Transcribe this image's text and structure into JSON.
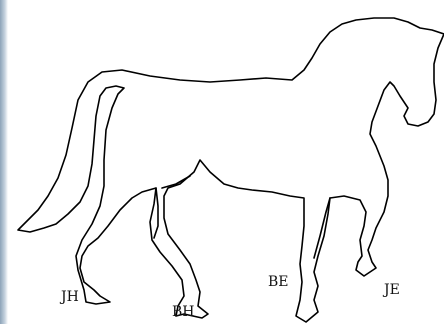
{
  "diagram": {
    "subject": "horse-outline",
    "line_color": "#000000",
    "background": "#ffffff",
    "edge_strip_color": "#8da3b8",
    "labels": {
      "jh": "JH",
      "bh": "BH",
      "be": "BE",
      "je": "JE"
    }
  }
}
